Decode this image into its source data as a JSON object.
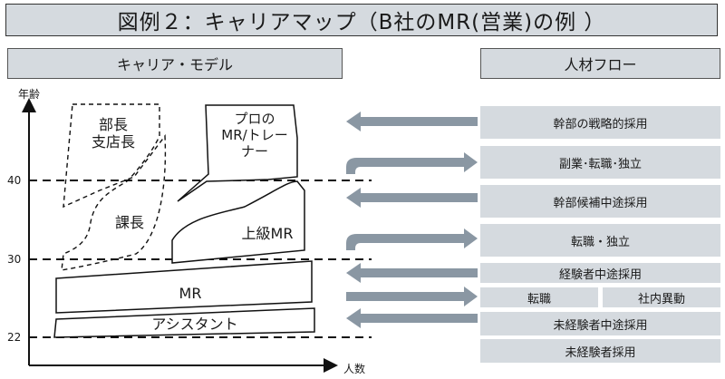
{
  "title": "図例２：キャリアマップ（B社のMR(営業)の例 ）",
  "headers": {
    "left": "キャリア・モデル",
    "right": "人材フロー"
  },
  "axis": {
    "y_label": "年齢",
    "x_label": "人数",
    "ticks": [
      "40",
      "30",
      "22"
    ]
  },
  "career_model": {
    "manager_top": [
      "部長",
      "支店長"
    ],
    "manager_mid": "課長",
    "pro_trainer": [
      "プロの",
      "MR/トレー",
      "ナー"
    ],
    "senior_mr": "上級MR",
    "mr": "MR",
    "assistant": "アシスタント"
  },
  "flows": {
    "executive_hire": "幹部の戦略的採用",
    "side_business": "副業･転職･独立",
    "exec_candidate_hire": "幹部候補中途採用",
    "job_change_indep": "転職・独立",
    "experienced_hire": "経験者中途採用",
    "job_change": "転職",
    "internal_transfer": "社内異動",
    "inexp_midcareer_hire": "未経験者中途採用",
    "inexp_hire": "未経験者採用"
  },
  "colors": {
    "panel": "#d5dadf",
    "arrow": "#8a97a3",
    "outline": "#1a1a1a"
  }
}
